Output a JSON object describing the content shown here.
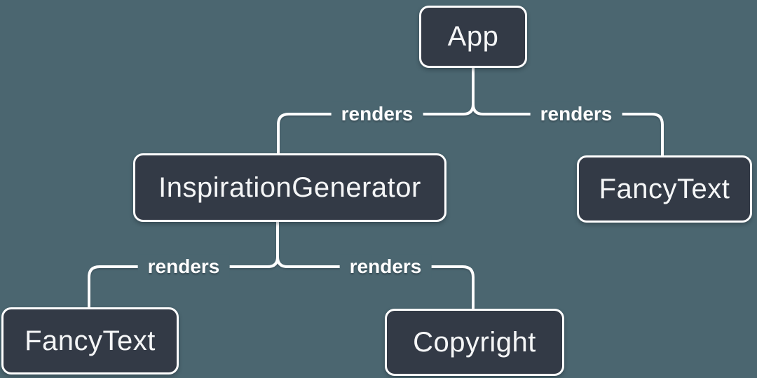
{
  "diagram": {
    "type": "render-tree",
    "nodes": [
      {
        "id": "app",
        "label": "App"
      },
      {
        "id": "inspiration-generator",
        "label": "InspirationGenerator"
      },
      {
        "id": "fancy-text-top",
        "label": "FancyText"
      },
      {
        "id": "fancy-text-bottom",
        "label": "FancyText"
      },
      {
        "id": "copyright",
        "label": "Copyright"
      }
    ],
    "edges": [
      {
        "from": "App",
        "to": "InspirationGenerator",
        "label": "renders"
      },
      {
        "from": "App",
        "to": "FancyText",
        "label": "renders"
      },
      {
        "from": "InspirationGenerator",
        "to": "FancyText",
        "label": "renders"
      },
      {
        "from": "InspirationGenerator",
        "to": "Copyright",
        "label": "renders"
      }
    ],
    "colors": {
      "background": "#4b6670",
      "node_fill": "#333a46",
      "node_border": "#ffffff",
      "node_text": "#f5f6f7",
      "edge": "#ffffff",
      "edge_label": "#ffffff"
    }
  }
}
